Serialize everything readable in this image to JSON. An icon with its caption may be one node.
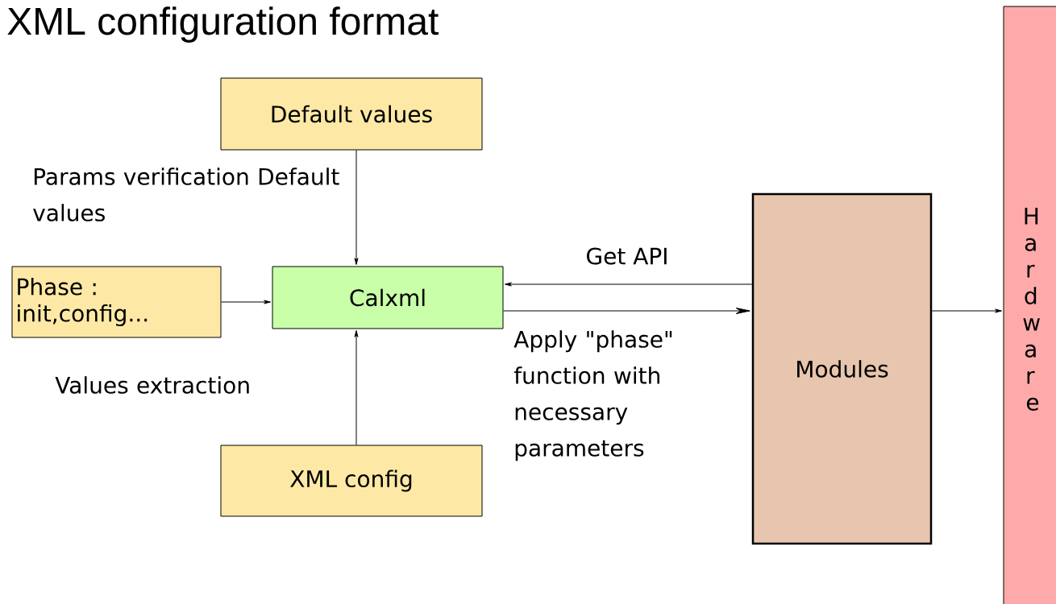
{
  "diagram": {
    "title": "XML configuration format",
    "nodes": [
      {
        "text": [
          "Default values"
        ]
      },
      {
        "text": [
          "Phase : init,config..."
        ]
      },
      {
        "text": [
          "Calxml"
        ]
      },
      {
        "text": [
          "XML config"
        ]
      },
      {
        "text": [
          "Modules"
        ]
      },
      {
        "text": [
          "Hardware"
        ]
      }
    ],
    "edges": [
      {
        "from": 0,
        "to": 2,
        "arrow": "to",
        "label": "Params verification Default values"
      },
      {
        "from": 1,
        "to": 2,
        "arrow": "to"
      },
      {
        "from": 3,
        "to": 2,
        "arrow": "to",
        "label": "Values extraction"
      },
      {
        "from": 4,
        "to": 2,
        "arrow": "to",
        "label": "Get API"
      },
      {
        "from": 2,
        "to": 4,
        "arrow": "to",
        "label": "Apply \"phase\" function with necessary parameters"
      },
      {
        "from": 4,
        "to": 5,
        "arrow": "to"
      }
    ]
  }
}
